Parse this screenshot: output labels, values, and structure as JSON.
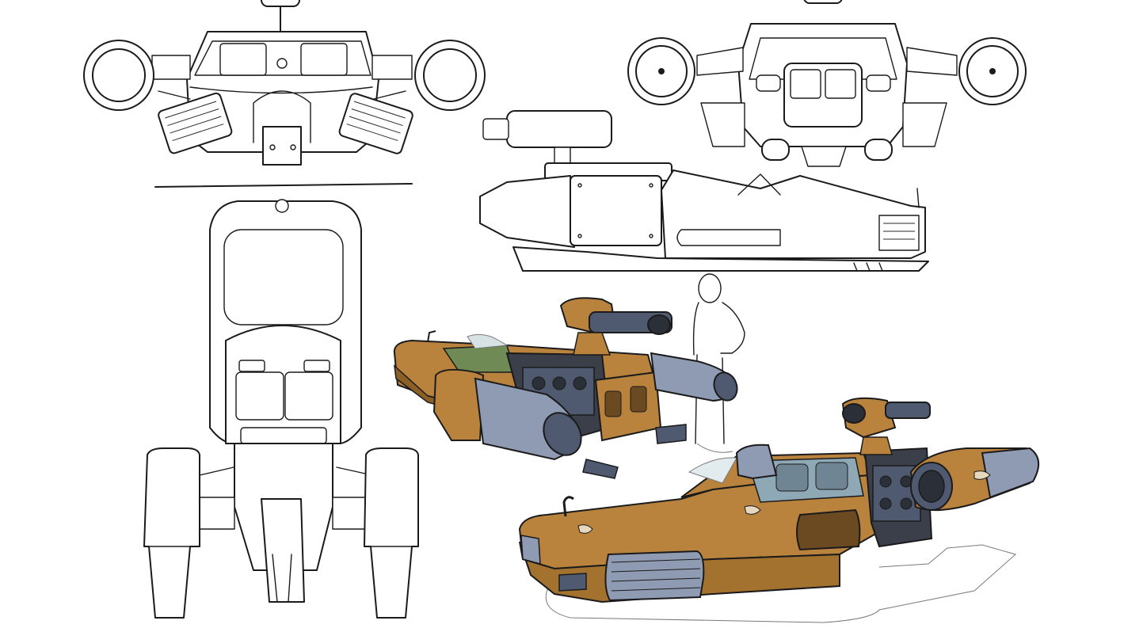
{
  "palette": {
    "ink": "#1b1b1b",
    "paper": "#ffffff",
    "hull_orange": "#b9833e",
    "hull_orange_dark": "#8c5f27",
    "metal_blue": "#8f9bb3",
    "metal_blue_dark": "#4f5a70",
    "engine_dark": "#3a3f4a",
    "glass": "#a9c4cc",
    "sketch_grey": "#7a7a7a"
  },
  "views": [
    {
      "name": "front-view",
      "icon": "landspeeder-front-icon"
    },
    {
      "name": "rear-view",
      "icon": "landspeeder-rear-icon"
    },
    {
      "name": "side-view",
      "icon": "landspeeder-side-icon"
    },
    {
      "name": "top-view",
      "icon": "landspeeder-top-icon"
    },
    {
      "name": "color-render-rear-three-quarter",
      "icon": "landspeeder-color-icon"
    },
    {
      "name": "color-render-front-three-quarter",
      "icon": "landspeeder-color-icon"
    },
    {
      "name": "human-scale-figure",
      "icon": "person-silhouette-icon"
    }
  ]
}
